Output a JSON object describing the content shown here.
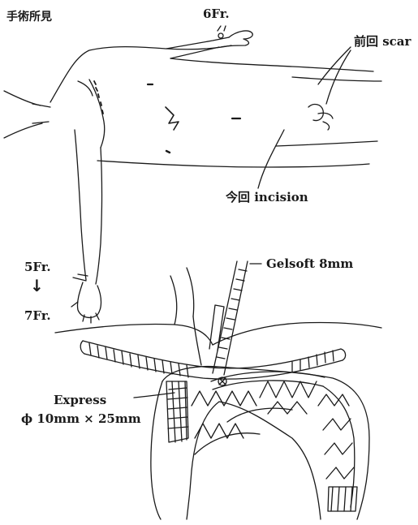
{
  "title": "手術所見",
  "labels": {
    "right_arm_sheath": "6Fr.",
    "previous_scar": "前回 scar",
    "current_incision": "今回 incision",
    "left_arm_sheath_from": "5Fr.",
    "arrow": "↓",
    "left_arm_sheath_to": "7Fr.",
    "graft": "Gelsoft 8mm",
    "stent_name": "Express",
    "stent_size": "ϕ 10mm × 25mm"
  }
}
